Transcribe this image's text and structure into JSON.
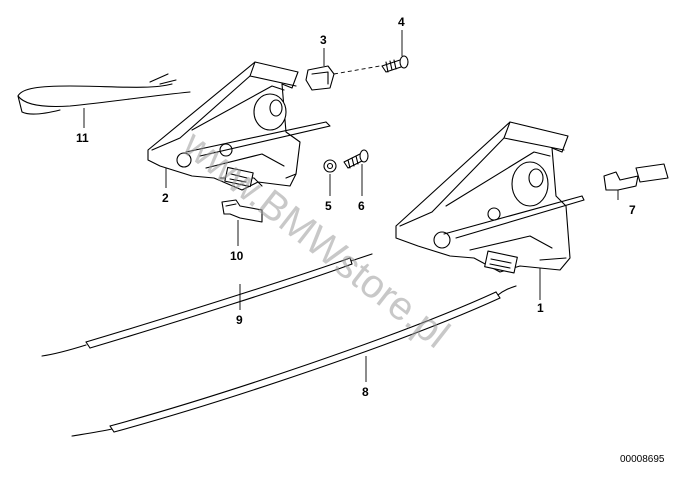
{
  "diagram": {
    "watermark": "www.BMWstore.pl",
    "reference_code": "00008695",
    "callouts": {
      "p1": "1",
      "p2": "2",
      "p3": "3",
      "p4": "4",
      "p5": "5",
      "p6": "6",
      "p7": "7",
      "p8": "8",
      "p9": "9",
      "p10": "10",
      "p11": "11"
    }
  }
}
